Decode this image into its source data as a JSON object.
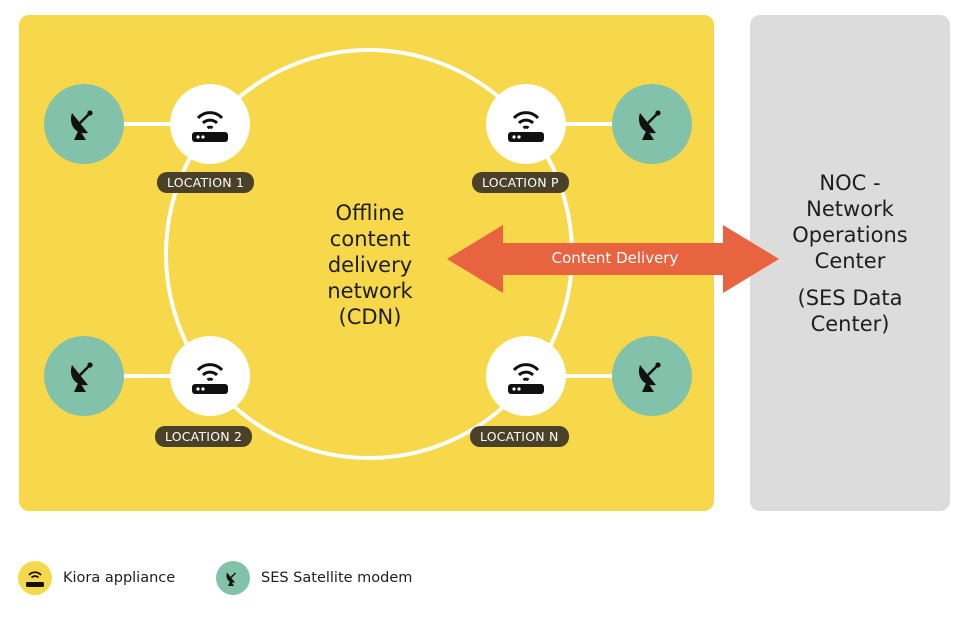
{
  "panels": {
    "cdn_title": "Offline\ncontent\ndelivery\nnetwork\n(CDN)",
    "noc_title": "NOC -\nNetwork\nOperations\nCenter",
    "noc_subtitle": "(SES Data\nCenter)"
  },
  "arrow": {
    "label": "Content Delivery",
    "color": "#e8633f"
  },
  "locations": [
    {
      "label": "LOCATION 1"
    },
    {
      "label": "LOCATION P"
    },
    {
      "label": "LOCATION 2"
    },
    {
      "label": "LOCATION N"
    }
  ],
  "legend": {
    "appliance": {
      "label": "Kiora appliance",
      "icon": "router-icon",
      "color": "#f7d84a"
    },
    "modem": {
      "label": "SES Satellite modem",
      "icon": "satellite-dish-icon",
      "color": "#82c2ab"
    }
  },
  "colors": {
    "cdn_panel": "#f7d84a",
    "noc_panel": "#dcdcdc",
    "label_bg": "#4a4128",
    "modem_circle": "#82c2ab",
    "appliance_circle": "#ffffff"
  }
}
